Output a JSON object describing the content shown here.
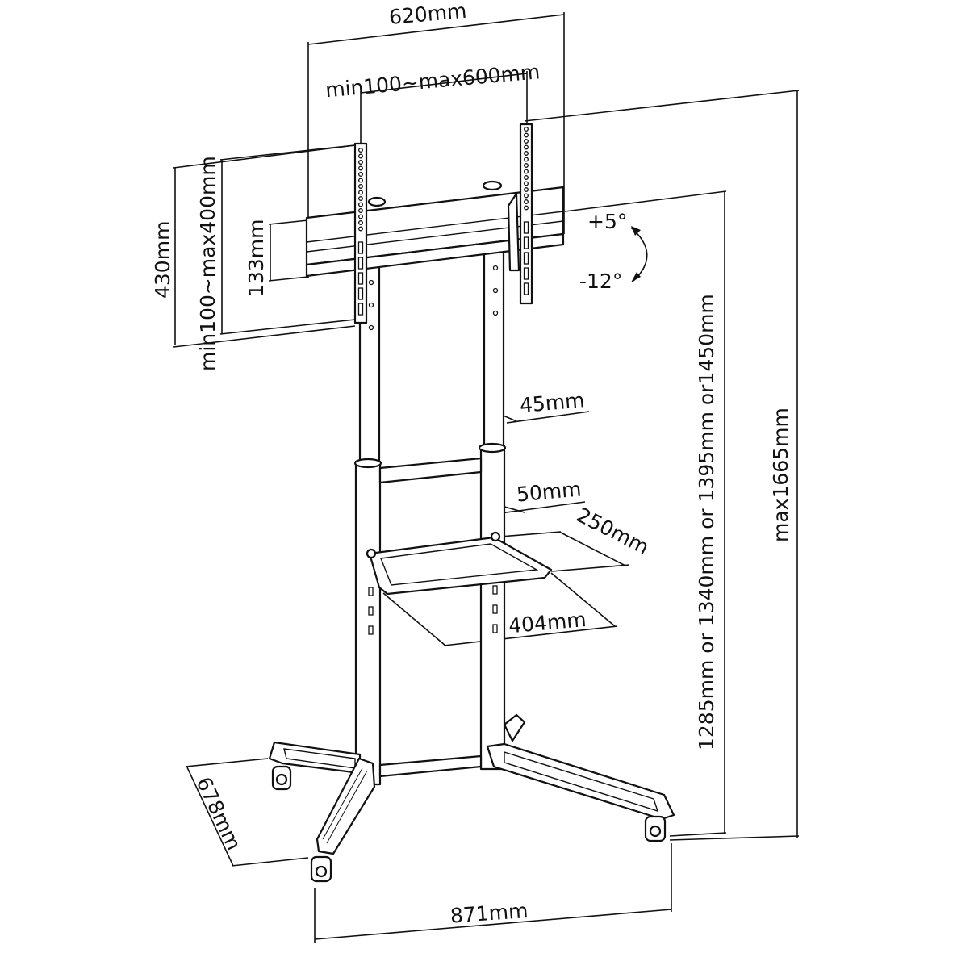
{
  "diagram": {
    "subject": "Mobile TV stand with shelf and casters",
    "colors": {
      "line": "#111111",
      "background": "#ffffff"
    },
    "dimensions": {
      "overall_bracket_width": "620mm",
      "vesa_horizontal": "min100~max600mm",
      "bracket_height": "430mm",
      "vesa_vertical": "min100~max400mm",
      "crossbar_height": "133mm",
      "tilt_up": "+5°",
      "tilt_down": "-12°",
      "upper_pole_diameter": "45mm",
      "lower_pole_diameter": "50mm",
      "shelf_depth": "250mm",
      "shelf_width": "404mm",
      "center_height_options": "1285mm or 1340mm or 1395mm or1450mm",
      "max_height": "max1665mm",
      "base_depth": "678mm",
      "base_width": "871mm"
    }
  }
}
